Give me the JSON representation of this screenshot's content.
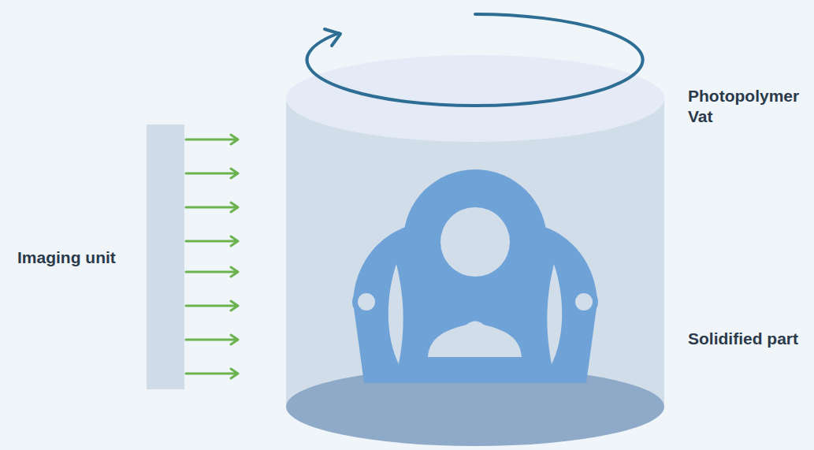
{
  "diagram": {
    "labels": [
      "Imaging unit",
      "Photopolymer Vat",
      "Solidified part"
    ]
  }
}
